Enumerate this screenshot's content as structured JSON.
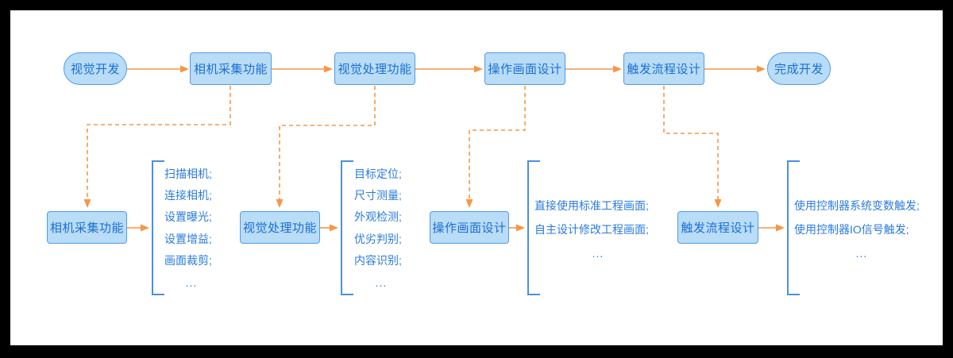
{
  "palette": {
    "orange": "#F79646",
    "node-fill": "#B9DCF7",
    "node-border": "#4E9CE9",
    "node-text": "#1B6FD0",
    "list-text": "#2A7BDD",
    "bracket": "#4A90E2",
    "frame": "#000000",
    "canvas": "#FFFFFF"
  },
  "top_flow": {
    "nodes": [
      {
        "label": "视觉开发",
        "type": "terminal"
      },
      {
        "label": "相机采集功能",
        "type": "process"
      },
      {
        "label": "视觉处理功能",
        "type": "process"
      },
      {
        "label": "操作画面设计",
        "type": "process"
      },
      {
        "label": "触发流程设计",
        "type": "process"
      },
      {
        "label": "完成开发",
        "type": "terminal"
      }
    ]
  },
  "detail_groups": [
    {
      "label": "相机采集功能",
      "items": [
        "扫描相机;",
        "连接相机;",
        "设置曝光;",
        "设置增益;",
        "画面裁剪;",
        "..."
      ]
    },
    {
      "label": "视觉处理功能",
      "items": [
        "目标定位;",
        "尺寸测量;",
        "外观检测;",
        "优劣判别;",
        "内容识别;",
        "..."
      ]
    },
    {
      "label": "操作画面设计",
      "items": [
        "直接使用标准工程画面;",
        "自主设计修改工程画面;",
        "..."
      ]
    },
    {
      "label": "触发流程设计",
      "items": [
        "使用控制器系统变数触发;",
        "使用控制器IO信号触发;",
        "..."
      ]
    }
  ]
}
